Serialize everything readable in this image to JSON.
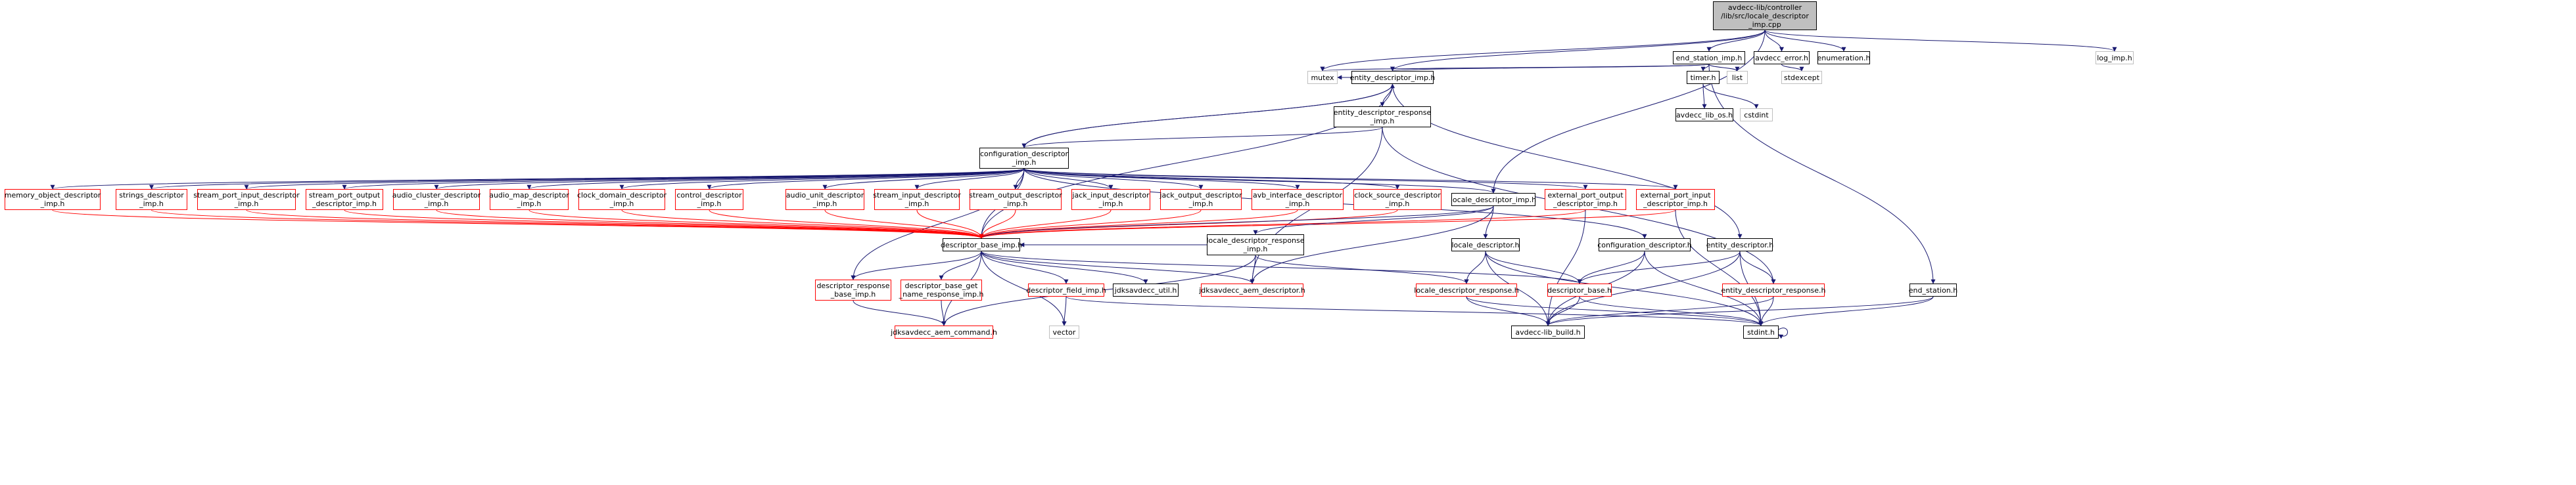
{
  "colors": {
    "edge": "#191970",
    "red_edge": "#ff0000",
    "filled_node": "#bfbfbf"
  },
  "nodes": {
    "root": "avdecc-lib/controller\n/lib/src/locale_descriptor\n_imp.cpp",
    "end_station_imp": "end_station_imp.h",
    "avdecc_error": "avdecc_error.h",
    "enumeration": "enumeration.h",
    "log_imp": "log_imp.h",
    "mutex": "mutex",
    "entity_descriptor_imp": "entity_descriptor_imp.h",
    "timer": "timer.h",
    "list": "list",
    "stdexcept": "stdexcept",
    "avdecc_lib_os": "avdecc_lib_os.h",
    "cstdint": "cstdint",
    "entity_descriptor_response_imp": "entity_descriptor_response\n_imp.h",
    "configuration_descriptor_imp": "configuration_descriptor\n_imp.h",
    "memory_object_descriptor_imp": "memory_object_descriptor\n_imp.h",
    "strings_descriptor_imp": "strings_descriptor\n_imp.h",
    "stream_port_input_descriptor_imp": "stream_port_input_descriptor\n_imp.h",
    "stream_port_output_descriptor_imp": "stream_port_output\n_descriptor_imp.h",
    "audio_cluster_descriptor_imp": "audio_cluster_descriptor\n_imp.h",
    "audio_map_descriptor_imp": "audio_map_descriptor\n_imp.h",
    "clock_domain_descriptor_imp": "clock_domain_descriptor\n_imp.h",
    "control_descriptor_imp": "control_descriptor\n_imp.h",
    "audio_unit_descriptor_imp": "audio_unit_descriptor\n_imp.h",
    "stream_input_descriptor_imp": "stream_input_descriptor\n_imp.h",
    "stream_output_descriptor_imp": "stream_output_descriptor\n_imp.h",
    "jack_input_descriptor_imp": "jack_input_descriptor\n_imp.h",
    "jack_output_descriptor_imp": "jack_output_descriptor\n_imp.h",
    "avb_interface_descriptor_imp": "avb_interface_descriptor\n_imp.h",
    "clock_source_descriptor_imp": "clock_source_descriptor\n_imp.h",
    "locale_descriptor_imp": "locale_descriptor_imp.h",
    "external_port_output_descriptor_imp": "external_port_output\n_descriptor_imp.h",
    "external_port_input_descriptor_imp": "external_port_input\n_descriptor_imp.h",
    "descriptor_base_imp": "descriptor_base_imp.h",
    "locale_descriptor_response_imp": "locale_descriptor_response\n_imp.h",
    "locale_descriptor": "locale_descriptor.h",
    "configuration_descriptor": "configuration_descriptor.h",
    "entity_descriptor": "entity_descriptor.h",
    "end_station": "end_station.h",
    "descriptor_response_base_imp": "descriptor_response\n_base_imp.h",
    "descriptor_base_get_name_response_imp": "descriptor_base_get\n_name_response_imp.h",
    "descriptor_field_imp": "descriptor_field_imp.h",
    "jdksavdecc_util": "jdksavdecc_util.h",
    "jdksavdecc_aem_descriptor": "jdksavdecc_aem_descriptor.h",
    "locale_descriptor_response": "locale_descriptor_response.h",
    "descriptor_base": "descriptor_base.h",
    "entity_descriptor_response": "entity_descriptor_response.h",
    "jdksavdecc_aem_command": "jdksavdecc_aem_command.h",
    "vector": "vector",
    "avdecc_lib_build": "avdecc-lib_build.h",
    "stdint": "stdint.h"
  }
}
